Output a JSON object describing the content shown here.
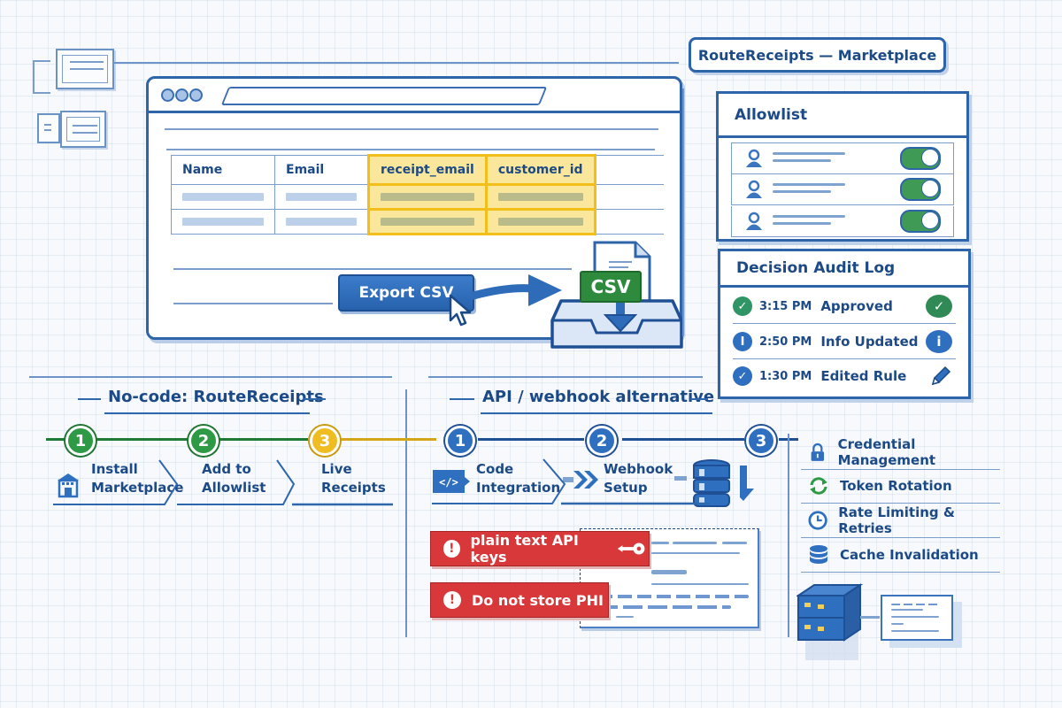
{
  "header": {
    "title": "RouteReceipts — Marketplace"
  },
  "browser": {
    "table": {
      "columns": [
        {
          "label": "Name",
          "highlighted": false
        },
        {
          "label": "Email",
          "highlighted": false
        },
        {
          "label": "receipt_email",
          "highlighted": true
        },
        {
          "label": "customer_id",
          "highlighted": true
        }
      ],
      "row_count": 2
    },
    "export_button": "Export CSV",
    "file_badge": "CSV"
  },
  "allowlist": {
    "title": "Allowlist",
    "rows": [
      {
        "icon": "user-icon",
        "enabled": true
      },
      {
        "icon": "user-icon",
        "enabled": true
      },
      {
        "icon": "user-icon",
        "enabled": true
      }
    ]
  },
  "audit_log": {
    "title": "Decision Audit Log",
    "entries": [
      {
        "time": "3:15 PM",
        "action": "Approved",
        "icon": "check-icon",
        "status_icon": "check-badge-icon",
        "color": "#2f9466"
      },
      {
        "time": "2:50 PM",
        "action": "Info Updated",
        "icon": "info-icon",
        "status_icon": "info-badge-icon",
        "color": "#2f6fc0"
      },
      {
        "time": "1:30 PM",
        "action": "Edited Rule",
        "icon": "check-icon",
        "status_icon": "pencil-icon",
        "color": "#2f6fc0"
      }
    ]
  },
  "nocode": {
    "title": "No-code: RouteReceipts",
    "steps": [
      {
        "number": "1",
        "line1": "Install",
        "line2": "Marketplace",
        "color": "green",
        "icon": "storefront-icon"
      },
      {
        "number": "2",
        "line1": "Add to",
        "line2": "Allowlist",
        "color": "green"
      },
      {
        "number": "3",
        "line1": "Live",
        "line2": "Receipts",
        "color": "yellow"
      }
    ]
  },
  "api": {
    "title": "API / webhook alternative",
    "steps": [
      {
        "number": "1",
        "line1": "Code",
        "line2": "Integration",
        "icon": "code-icon"
      },
      {
        "number": "2",
        "line1": "Webhook",
        "line2": "Setup",
        "icon": "double-chevron-icon"
      },
      {
        "number": "3",
        "icon": "database-icon"
      }
    ],
    "warnings": [
      {
        "text": "plain text API keys",
        "icon": "key-icon"
      },
      {
        "text": "Do not store PHI"
      }
    ]
  },
  "concerns": [
    {
      "label": "Credential Management",
      "icon": "lock-icon"
    },
    {
      "label": "Token Rotation",
      "icon": "refresh-icon"
    },
    {
      "label": "Rate Limiting & Retries",
      "icon": "clock-icon"
    },
    {
      "label": "Cache Invalidation",
      "icon": "database-icon"
    }
  ],
  "colors": {
    "ink": "#1c4a86",
    "accent": "#2e64aa",
    "success": "#2f9a45",
    "highlight": "#f2bf1a",
    "danger": "#d8383a"
  }
}
